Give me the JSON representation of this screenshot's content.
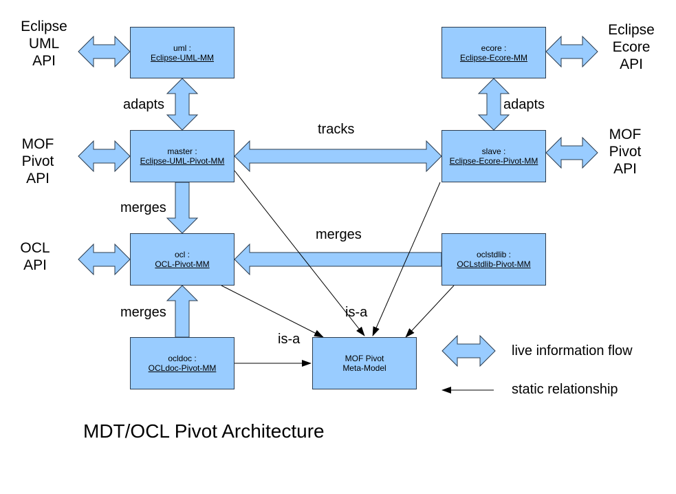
{
  "boxes": {
    "uml": {
      "name": "uml :",
      "mm": "Eclipse-UML-MM"
    },
    "ecore": {
      "name": "ecore :",
      "mm": "Eclipse-Ecore-MM"
    },
    "master": {
      "name": "master :",
      "mm": "Eclipse-UML-Pivot-MM"
    },
    "slave": {
      "name": "slave :",
      "mm": "Eclipse-Ecore-Pivot-MM"
    },
    "ocl": {
      "name": "ocl :",
      "mm": "OCL-Pivot-MM"
    },
    "oclstdlib": {
      "name": "oclstdlib :",
      "mm": "OCLstdlib-Pivot-MM"
    },
    "ocldoc": {
      "name": "ocldoc :",
      "mm": "OCLdoc-Pivot-MM"
    },
    "mof": {
      "line1": "MOF Pivot",
      "line2": "Meta-Model"
    }
  },
  "apis": {
    "eclipse_uml": [
      "Eclipse",
      "UML",
      "API"
    ],
    "eclipse_ecore": [
      "Eclipse",
      "Ecore",
      "API"
    ],
    "mof_pivot_left": [
      "MOF",
      "Pivot",
      "API"
    ],
    "mof_pivot_right": [
      "MOF",
      "Pivot",
      "API"
    ],
    "ocl": [
      "OCL",
      "API"
    ]
  },
  "edge_labels": {
    "adapts_left": "adapts",
    "adapts_right": "adapts",
    "tracks": "tracks",
    "merges_master_ocl": "merges",
    "merges_stdlib": "merges",
    "merges_doc": "merges",
    "isa_upper": "is-a",
    "isa_lower": "is-a"
  },
  "legend": {
    "live": "live information flow",
    "static": "static relationship"
  },
  "title": "MDT/OCL Pivot Architecture",
  "colors": {
    "box_fill": "#99ccff",
    "arrow_fill": "#99ccff",
    "stroke": "#2a3b4e"
  }
}
